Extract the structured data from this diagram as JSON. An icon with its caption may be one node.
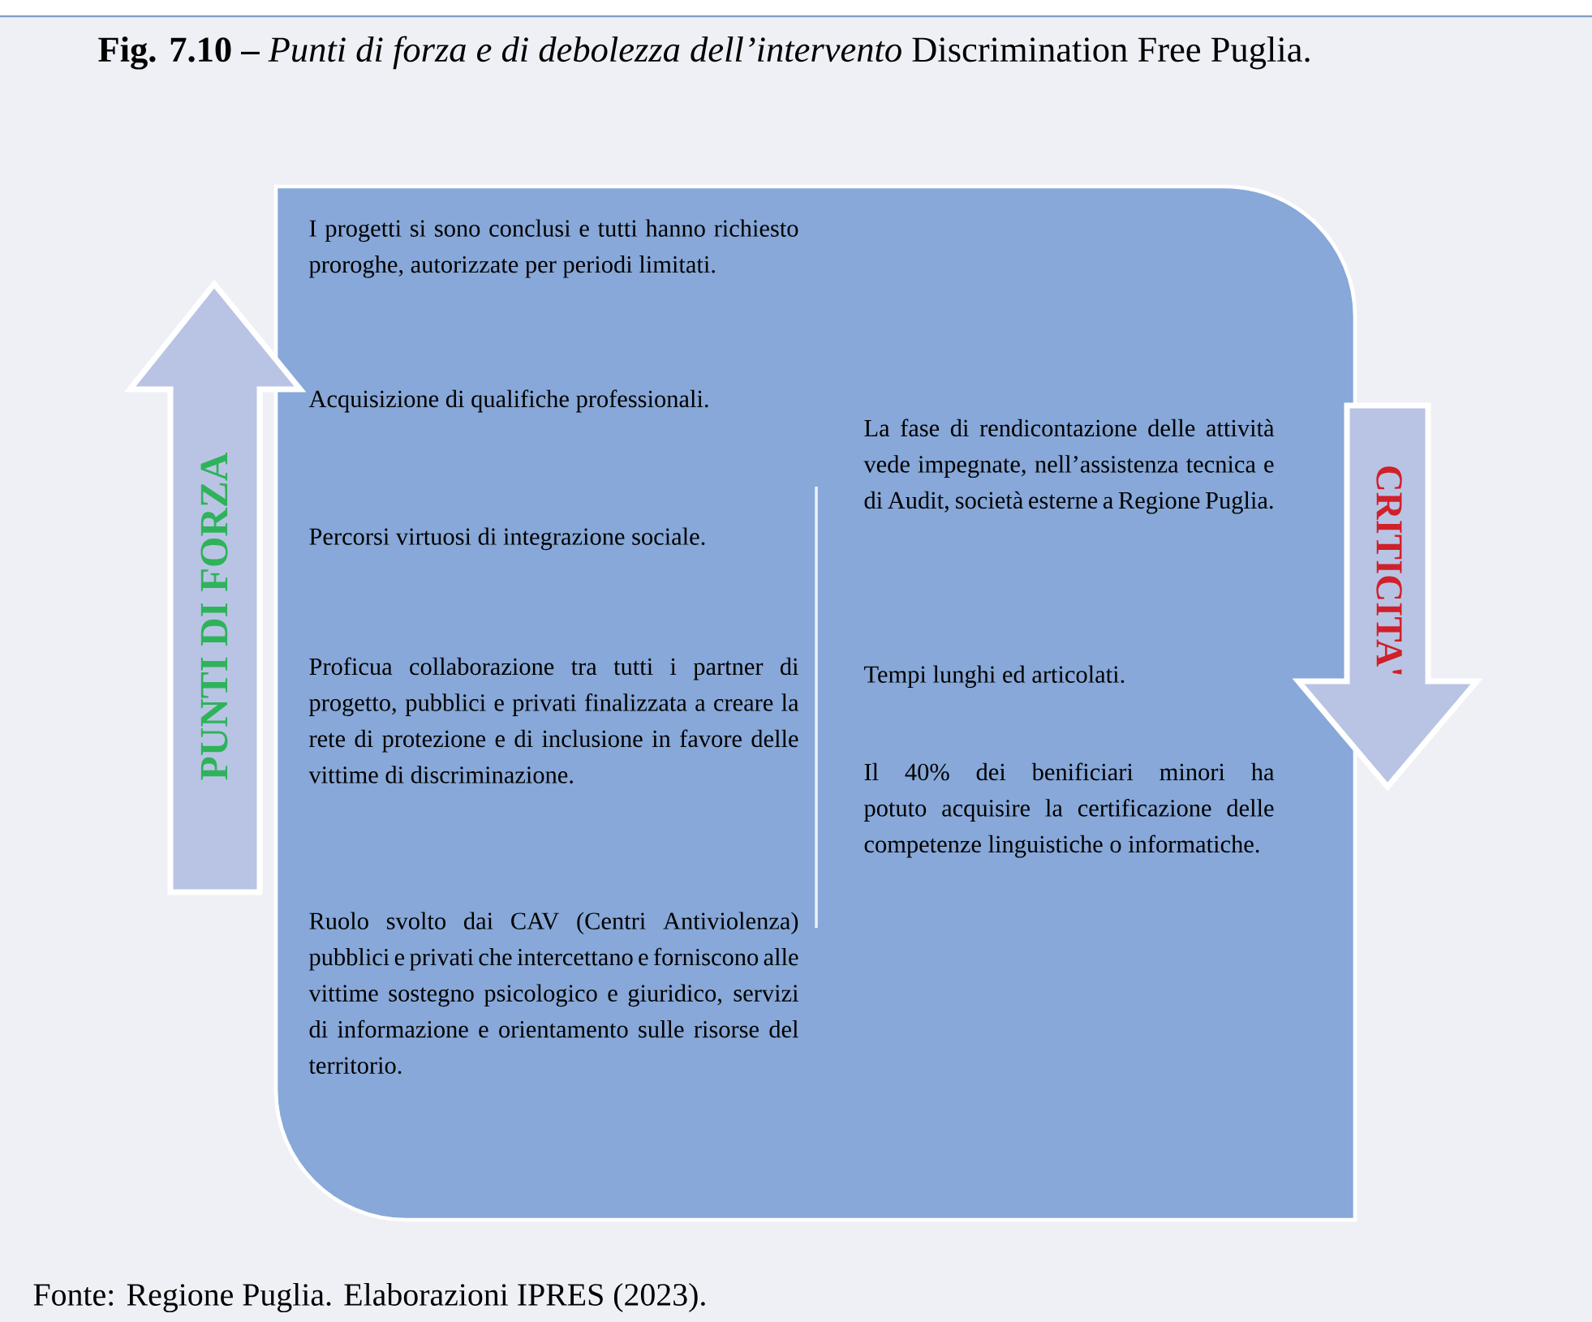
{
  "diagram": {
    "title": "**Fig. 7.10 –** *Punti di forza e di debolezza dell’intervento* Discrimination Free Puglia.",
    "nodes": [
      {
        "text": [
          "I progetti si sono conclusi e tutti hanno richiesto proroghe, autorizzate per periodi limitati.",
          "Acquisizione di qualifiche professionali.",
          "Percorsi virtuosi di integrazione sociale.",
          "Proficua collaborazione tra tutti i partner di progetto, pubblici e privati finalizzata a creare la rete di protezione e di inclusione in favore delle vittime di discriminazione.",
          "Ruolo svolto dai CAV (Centri Antiviolenza) pubblici e privati che intercettano e forniscono alle vittime  sostegno psicologico e giuridico, servizi di informazione e orientamento sulle risorse del territorio.",
          "La fase di rendicontazione delle attività vede impegnate, nell’assistenza tecnica e di Audit, società esterne a Regione Puglia.",
          "Tempi lunghi ed articolati.",
          "Il 40% dei benificiari minori ha potuto acquisire la certificazione delle competenze linguistiche o informatiche."
        ]
      },
      {
        "text": [
          "PUNTI DI FORZA"
        ]
      },
      {
        "text": [
          "CRITICITA'"
        ]
      }
    ],
    "caption": "Fonte: Regione Puglia. Elaborazioni IPRES (2023)."
  }
}
